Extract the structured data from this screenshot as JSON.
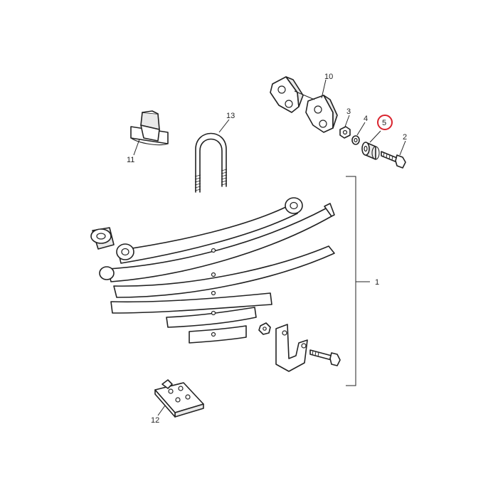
{
  "callouts": {
    "c1": "1",
    "c2": "2",
    "c3": "3",
    "c4": "4",
    "c5": "5",
    "c10": "10",
    "c11": "11",
    "c12": "12",
    "c13": "13"
  },
  "highlight": {
    "callout": "5",
    "color": "#d9232d"
  },
  "line_color": "#222222"
}
